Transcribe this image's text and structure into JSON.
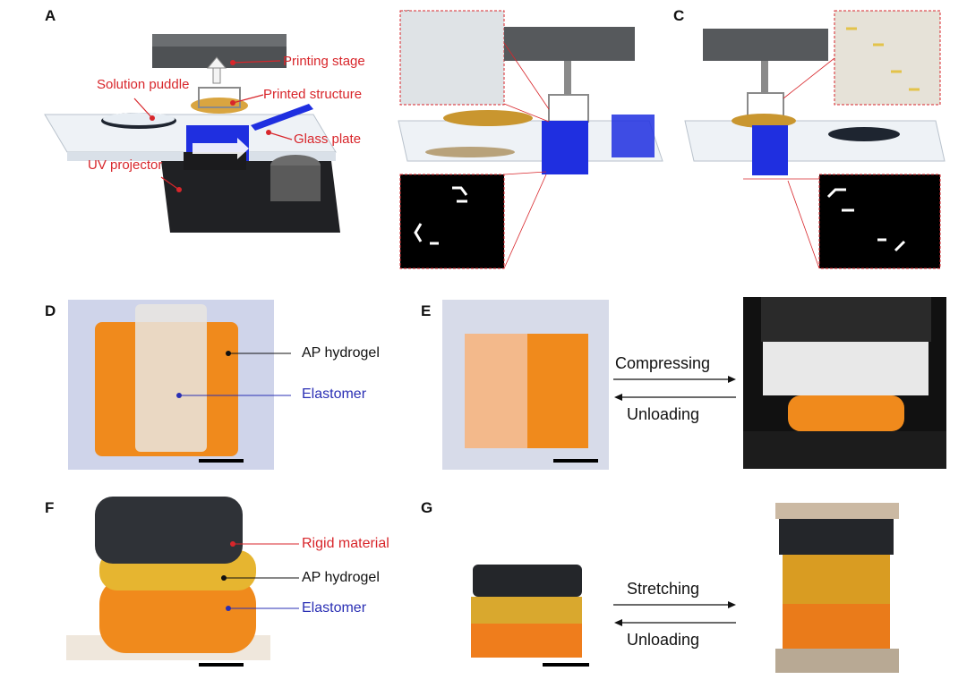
{
  "panels": {
    "A": {
      "label": "A",
      "callouts": [
        "Printing stage",
        "Solution puddle",
        "Printed structure",
        "Glass plate",
        "UV projector"
      ]
    },
    "B": {
      "label": "B"
    },
    "C": {
      "label": "C"
    },
    "D": {
      "label": "D",
      "annotations": [
        "AP hydrogel",
        "Elastomer"
      ]
    },
    "E": {
      "label": "E",
      "forward": "Compressing",
      "backward": "Unloading"
    },
    "F": {
      "label": "F",
      "annotations": [
        "Rigid material",
        "AP hydrogel",
        "Elastomer"
      ]
    },
    "G": {
      "label": "G",
      "forward": "Stretching",
      "backward": "Unloading"
    }
  },
  "colors": {
    "callout_red": "#d8262b",
    "elastomer_blue": "#2a2fb4",
    "orange": "#f08a1c",
    "projection_blue": "#1f2fe0"
  }
}
